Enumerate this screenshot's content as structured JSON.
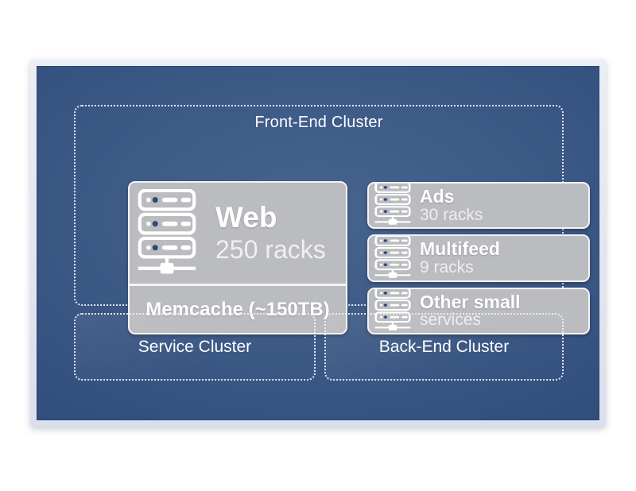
{
  "slide": {
    "colors": {
      "frame": "#dde3ee",
      "slide_blue_center": "#47648f",
      "slide_blue_edge": "#2f4b7a",
      "box_gray": "#bbbcbf",
      "box_border_white": "#f3f3f3",
      "server_dot_navy": "#2d4a7c",
      "text_primary": "#ffffff",
      "text_secondary": "#dcdee0"
    },
    "front_end_cluster": {
      "title": "Front-End Cluster",
      "web_box": {
        "title": "Web",
        "subtitle": "250 racks",
        "footer": "Memcache (~150TB)"
      },
      "side_boxes": [
        {
          "title": "Ads",
          "subtitle": "30 racks"
        },
        {
          "title": "Multifeed",
          "subtitle": "9 racks"
        },
        {
          "title": "Other small",
          "subtitle": "services"
        }
      ]
    },
    "service_cluster": {
      "title": "Service Cluster"
    },
    "back_end_cluster": {
      "title": "Back-End Cluster"
    },
    "icons": {
      "server_rack": "server-rack-icon"
    }
  }
}
